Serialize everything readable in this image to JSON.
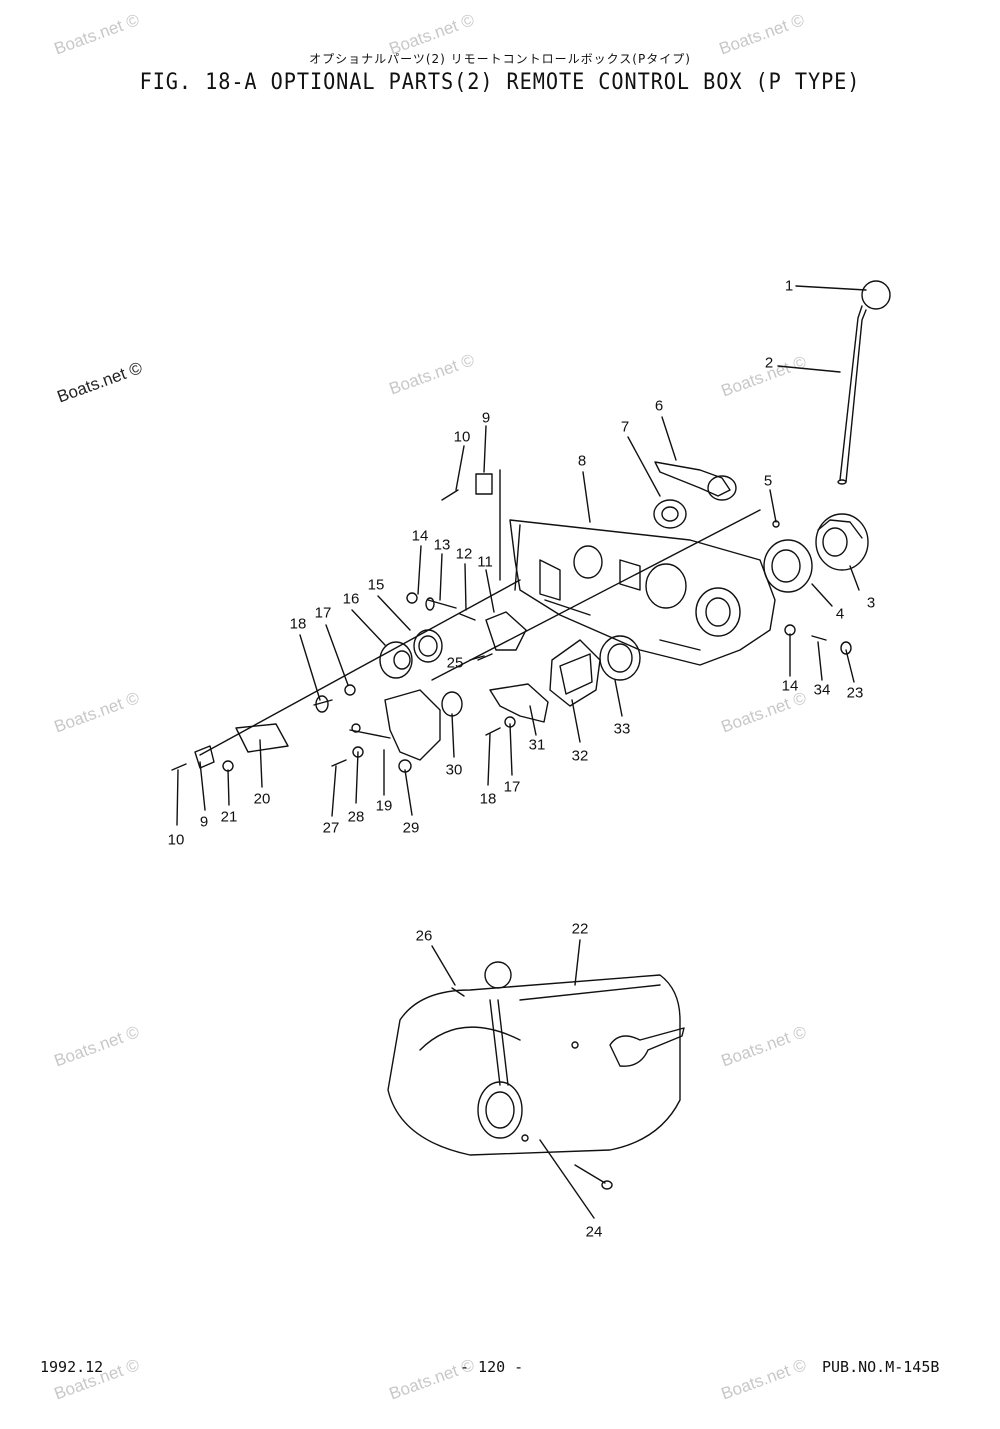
{
  "header": {
    "jp_title": "オプショナルパーツ(2) リモートコントロールボックス(Pタイプ)",
    "title": "FIG. 18-A OPTIONAL PARTS(2) REMOTE CONTROL BOX (P TYPE)"
  },
  "watermark": "Boats.net ©",
  "callouts": [
    {
      "id": "c1",
      "text": "1"
    },
    {
      "id": "c2",
      "text": "2"
    },
    {
      "id": "c3",
      "text": "3"
    },
    {
      "id": "c4",
      "text": "4"
    },
    {
      "id": "c5",
      "text": "5"
    },
    {
      "id": "c6",
      "text": "6"
    },
    {
      "id": "c7",
      "text": "7"
    },
    {
      "id": "c8",
      "text": "8"
    },
    {
      "id": "c9a",
      "text": "9"
    },
    {
      "id": "c10a",
      "text": "10"
    },
    {
      "id": "c11",
      "text": "11"
    },
    {
      "id": "c12",
      "text": "12"
    },
    {
      "id": "c13",
      "text": "13"
    },
    {
      "id": "c14a",
      "text": "14"
    },
    {
      "id": "c15",
      "text": "15"
    },
    {
      "id": "c16",
      "text": "16"
    },
    {
      "id": "c17a",
      "text": "17"
    },
    {
      "id": "c18a",
      "text": "18"
    },
    {
      "id": "c25",
      "text": "25"
    },
    {
      "id": "c14b",
      "text": "14"
    },
    {
      "id": "c34",
      "text": "34"
    },
    {
      "id": "c23",
      "text": "23"
    },
    {
      "id": "c33",
      "text": "33"
    },
    {
      "id": "c32",
      "text": "32"
    },
    {
      "id": "c31",
      "text": "31"
    },
    {
      "id": "c17b",
      "text": "17"
    },
    {
      "id": "c18b",
      "text": "18"
    },
    {
      "id": "c30",
      "text": "30"
    },
    {
      "id": "c29",
      "text": "29"
    },
    {
      "id": "c19",
      "text": "19"
    },
    {
      "id": "c28",
      "text": "28"
    },
    {
      "id": "c27",
      "text": "27"
    },
    {
      "id": "c20",
      "text": "20"
    },
    {
      "id": "c21",
      "text": "21"
    },
    {
      "id": "c9b",
      "text": "9"
    },
    {
      "id": "c10b",
      "text": "10"
    },
    {
      "id": "c26",
      "text": "26"
    },
    {
      "id": "c22",
      "text": "22"
    },
    {
      "id": "c24",
      "text": "24"
    }
  ],
  "footer": {
    "date": "1992.12",
    "page": "- 120 -",
    "pub": "PUB.NO.M-145B"
  }
}
